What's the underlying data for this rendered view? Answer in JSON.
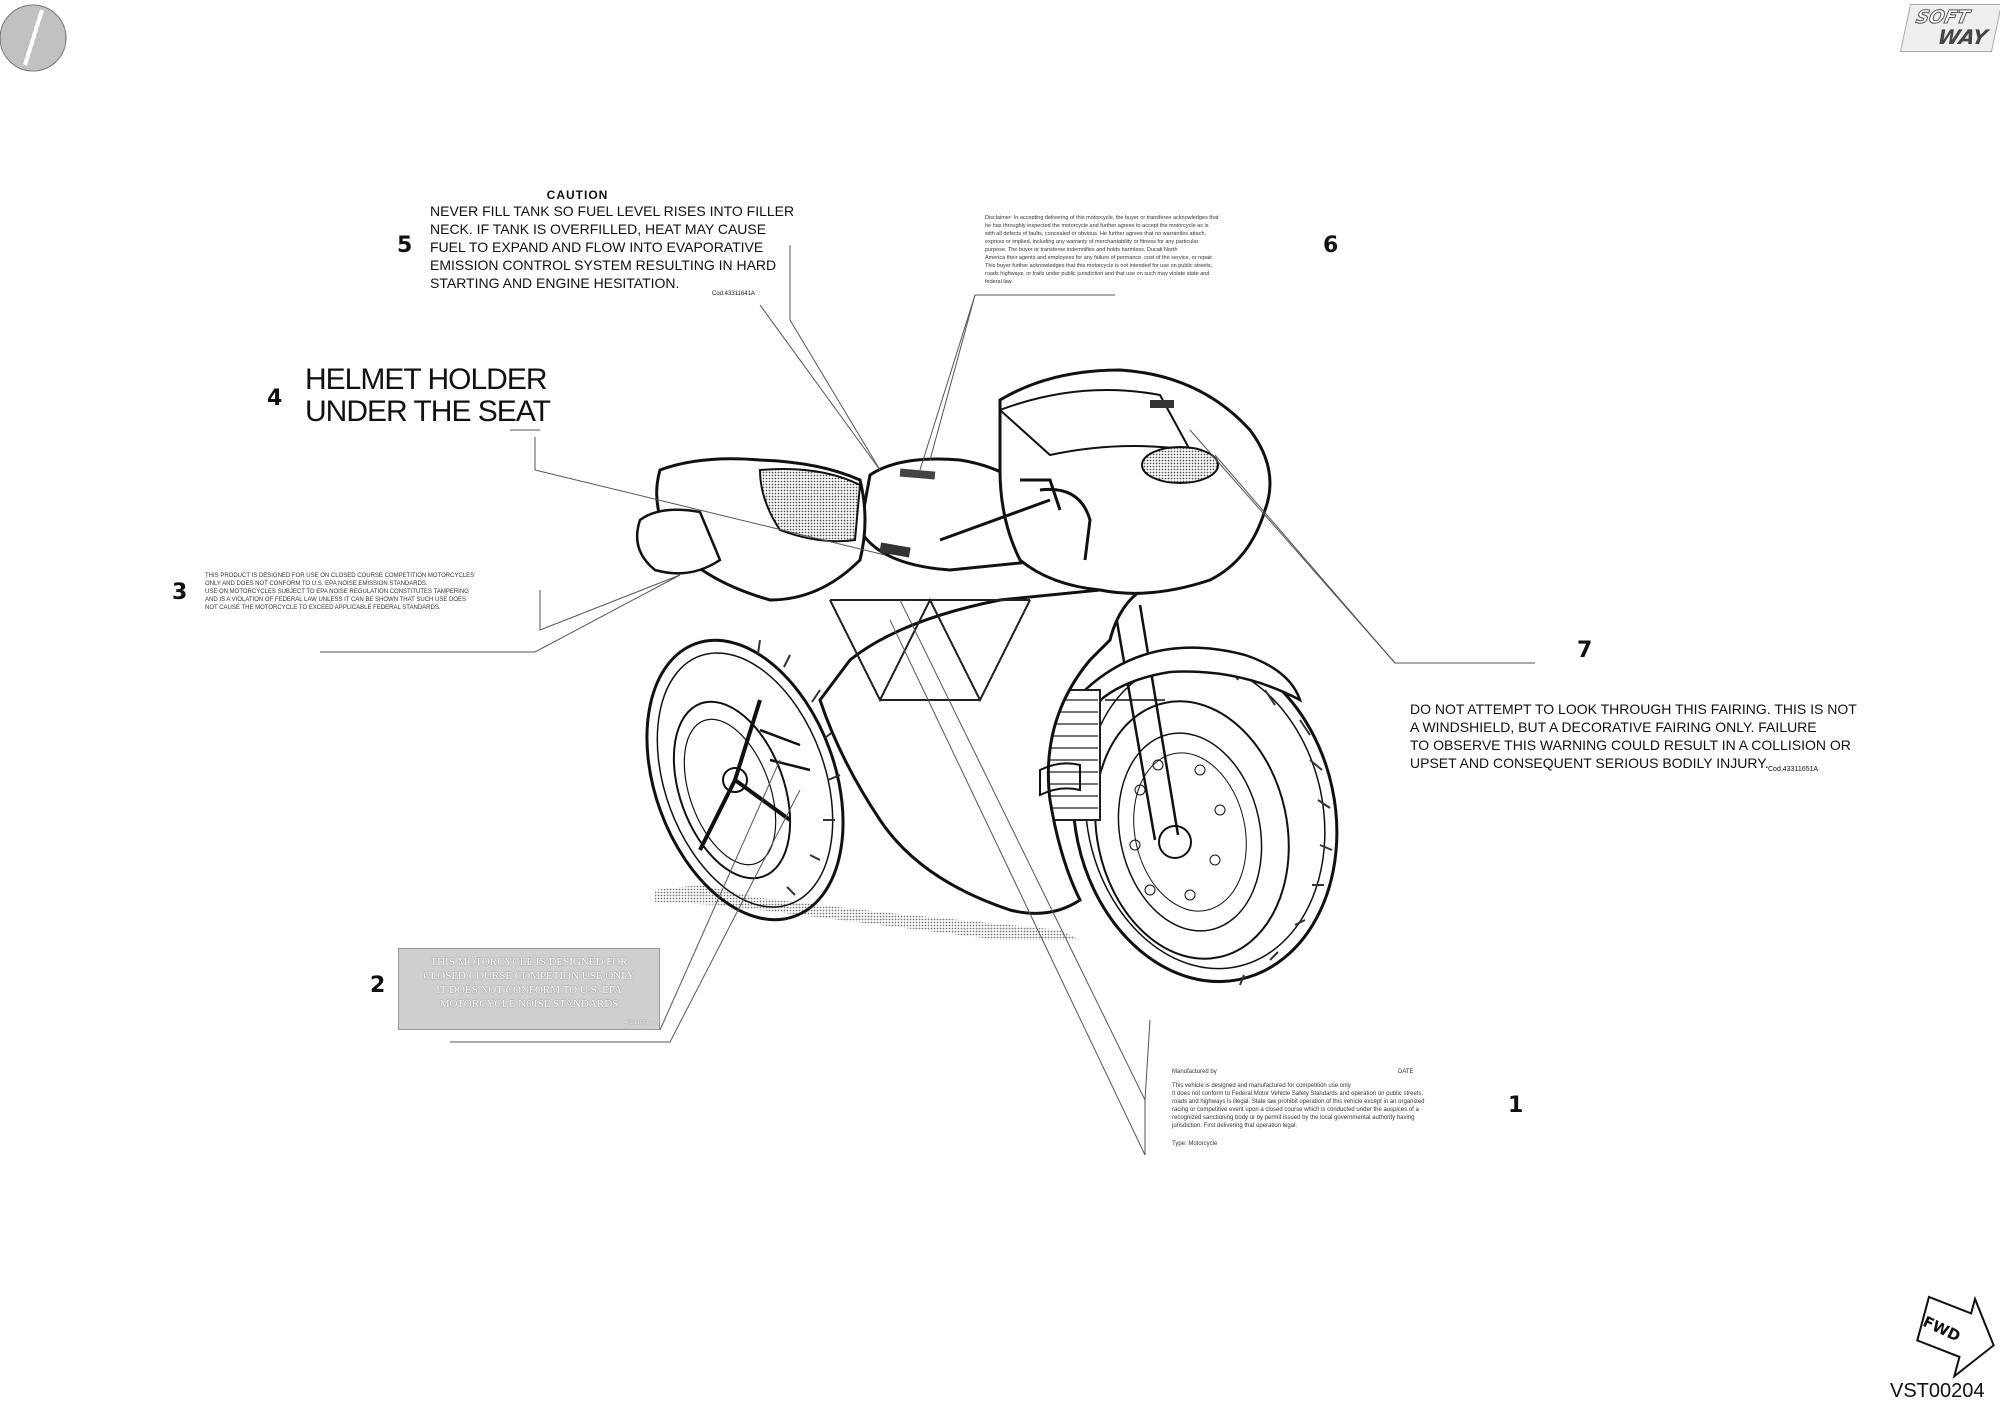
{
  "corner": {
    "logo_lines": [
      "SOFT",
      "WAY"
    ],
    "doc_code": "VST00204",
    "fwd_label": "FWD"
  },
  "callouts": [
    {
      "id": "1",
      "label": "1"
    },
    {
      "id": "2",
      "label": "2"
    },
    {
      "id": "3",
      "label": "3"
    },
    {
      "id": "4",
      "label": "4"
    },
    {
      "id": "5",
      "label": "5"
    },
    {
      "id": "6",
      "label": "6"
    },
    {
      "id": "7",
      "label": "7"
    }
  ],
  "decal5": {
    "title": "CAUTION",
    "lines": [
      "NEVER FILL TANK SO FUEL LEVEL RISES INTO FILLER",
      "NECK. IF TANK IS OVERFILLED, HEAT MAY CAUSE",
      "FUEL TO EXPAND AND FLOW INTO EVAPORATIVE",
      "EMISSION CONTROL SYSTEM RESULTING IN HARD",
      "STARTING AND ENGINE HESITATION."
    ],
    "code": "Cod.43311641A"
  },
  "decal4": {
    "lines": [
      "HELMET HOLDER",
      "UNDER THE SEAT"
    ]
  },
  "decal6": {
    "lines": [
      "Disclaimer: In accepting delivering of this motorcycle, the buyer or transferee acknowledges that",
      "he has throughly inspected the motorcycle and further agrees to accept the motorcycle as is",
      "with all defects of faults, concealed or obvious. He further agrees that no warranties attach,",
      "express or implied, including any warranty of merchantability or fitness for any particular",
      "purpose. The buyer or transferee indemnifies and holds harmless, Ducati North",
      "America their agents and employees for any failure of permance, cost of the service, or repair.",
      "This buyer further acknowledges that this motorcycle is not intended for use on public streets,",
      "roads highways, or trails under public jurisdiction and that use on such may violate state and",
      "federal law."
    ]
  },
  "decal3": {
    "lines": [
      "THIS PRODUCT IS DESIGNED FOR USE ON CLOSED COURSE COMPETITION MOTORCYCLES",
      "ONLY AND DOES NOT CONFORM TO U.S. EPA NOISE EMISSION STANDARDS.",
      "USE ON MOTORCYCLES SUBJECT TO EPA NOISE REGULATION CONSTITUTES TAMPERING",
      "AND IS A VIOLATION OF FEDERAL LAW UNLESS IT CAN BE SHOWN THAT SUCH USE DOES",
      "NOT CAUSE THE MOTORCYCLE TO EXCEED APPLICABLE FEDERAL STANDARDS."
    ]
  },
  "decal7": {
    "lines": [
      "DO NOT ATTEMPT TO LOOK THROUGH THIS FAIRING. THIS IS NOT",
      "A WINDSHIELD, BUT A DECORATIVE FAIRING ONLY. FAILURE",
      "TO OBSERVE THIS WARNING COULD RESULT IN A COLLISION OR",
      "UPSET AND CONSEQUENT SERIOUS BODILY INJURY."
    ],
    "code": "Cod.43311651A"
  },
  "decal2": {
    "lines": [
      "THIS MOTORCYCLE IS DESIGNED FOR",
      "CLOSED COURSE COMPETION USE ONLY",
      "IT DOES NOT CONFORM TO U.S. EPA",
      "MOTORCYCLE NOISE STANDARDS"
    ],
    "code": "43311671A"
  },
  "decal1": {
    "manufactured_by": "Manufactured by",
    "date": "DATE",
    "lines": [
      "This vehicle is designed and manufactured for competition use only",
      "It does not conform to Federal Motor Vehicle Safety Standards and operation on public streets,",
      "roads and highways is illegal. State law prohibit operation of this vehicle except in an organized",
      "racing or competitive event upon a closed course which is conducted under the auspices of a",
      "recognized sanctioning body or by permit issued by the local governmental authority having",
      "jurisdiction. First delivering that operation legal."
    ],
    "type": "Type: Motorcycle"
  }
}
